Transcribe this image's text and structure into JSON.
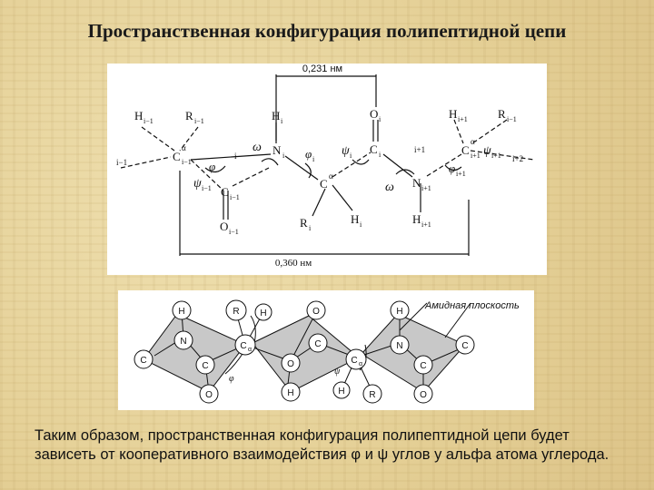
{
  "slide": {
    "title": "Пространственная конфигурация полипептидной цепи",
    "caption": "Таким образом, пространственная конфигурация полипептидной цепи будет зависеть от кооперативного взаимодействия φ и ψ углов у альфа атома углерода."
  },
  "diagram_top": {
    "dimension_top": "0,231 нм",
    "dimension_bottom": "0,360 нм",
    "atoms": {
      "h_im1": "H",
      "h_im1_sub": "i−1",
      "r_im1": "R",
      "r_im1_sub": "i−1",
      "c_im1": "C",
      "c_im1_sub": "i−1",
      "c_im1_sup": "α",
      "h_i_top": "H",
      "h_i_top_sub": "i",
      "n_i": "N",
      "n_i_sub": "i",
      "o_i": "O",
      "o_i_sub": "i",
      "c_i": "C",
      "c_i_sub": "i",
      "h_ip1": "H",
      "h_ip1_sub": "i+1",
      "r_ip1": "R",
      "r_ip1_sub": "i−1",
      "c_ip1": "C",
      "c_ip1_sub": "i+1",
      "c_ip1_sup": "α",
      "ca_i": "C",
      "ca_i_sup": "α",
      "c_carb_im1": "C",
      "c_carb_im1_sub": "i−1",
      "o_im1": "O",
      "o_im1_sub": "i−1",
      "r_i": "R",
      "r_i_sub": "i",
      "h_i_bot": "H",
      "h_i_bot_sub": "i",
      "n_ip1": "N",
      "n_ip1_sub": "i+1",
      "h_ip1_bot": "H",
      "h_ip1_bot_sub": "i+1"
    },
    "angles": {
      "psi_im1": "ψ",
      "psi_im1_sub": "i−1",
      "phi_im1": "φ",
      "omega_left": "ω",
      "phi_i": "φ",
      "phi_i_sub": "i",
      "psi_i": "ψ",
      "psi_i_sub": "i",
      "omega_right": "ω",
      "phi_ip1": "φ",
      "phi_ip1_sub": "i+1",
      "psi_ip1": "ψ",
      "psi_ip1_sub": "i+1"
    },
    "bond_labels": {
      "left_end": "i−1",
      "left_mid": "i",
      "right_mid": "i+1",
      "right_end": "i+2"
    }
  },
  "diagram_bottom": {
    "label": "Амидная плоскость",
    "phi": "φ",
    "psi": "ψ",
    "atoms": {
      "h1": "H",
      "r1": "R",
      "h2": "H",
      "o1": "O",
      "h3": "H",
      "o2": "O",
      "n1": "N",
      "ca1": "C",
      "ca1_sub": "α",
      "c1": "C",
      "n2": "N",
      "c_left": "C",
      "c2": "C",
      "ca2": "C",
      "ca2_sub": "α",
      "c3": "C",
      "c_right": "C",
      "o3": "O",
      "h4": "H",
      "h5": "H",
      "r2": "R",
      "o4": "O"
    }
  },
  "colors": {
    "background": "#e8d6a0",
    "panel": "#ffffff",
    "plane_fill": "#c8c8c8",
    "line": "#111111"
  }
}
